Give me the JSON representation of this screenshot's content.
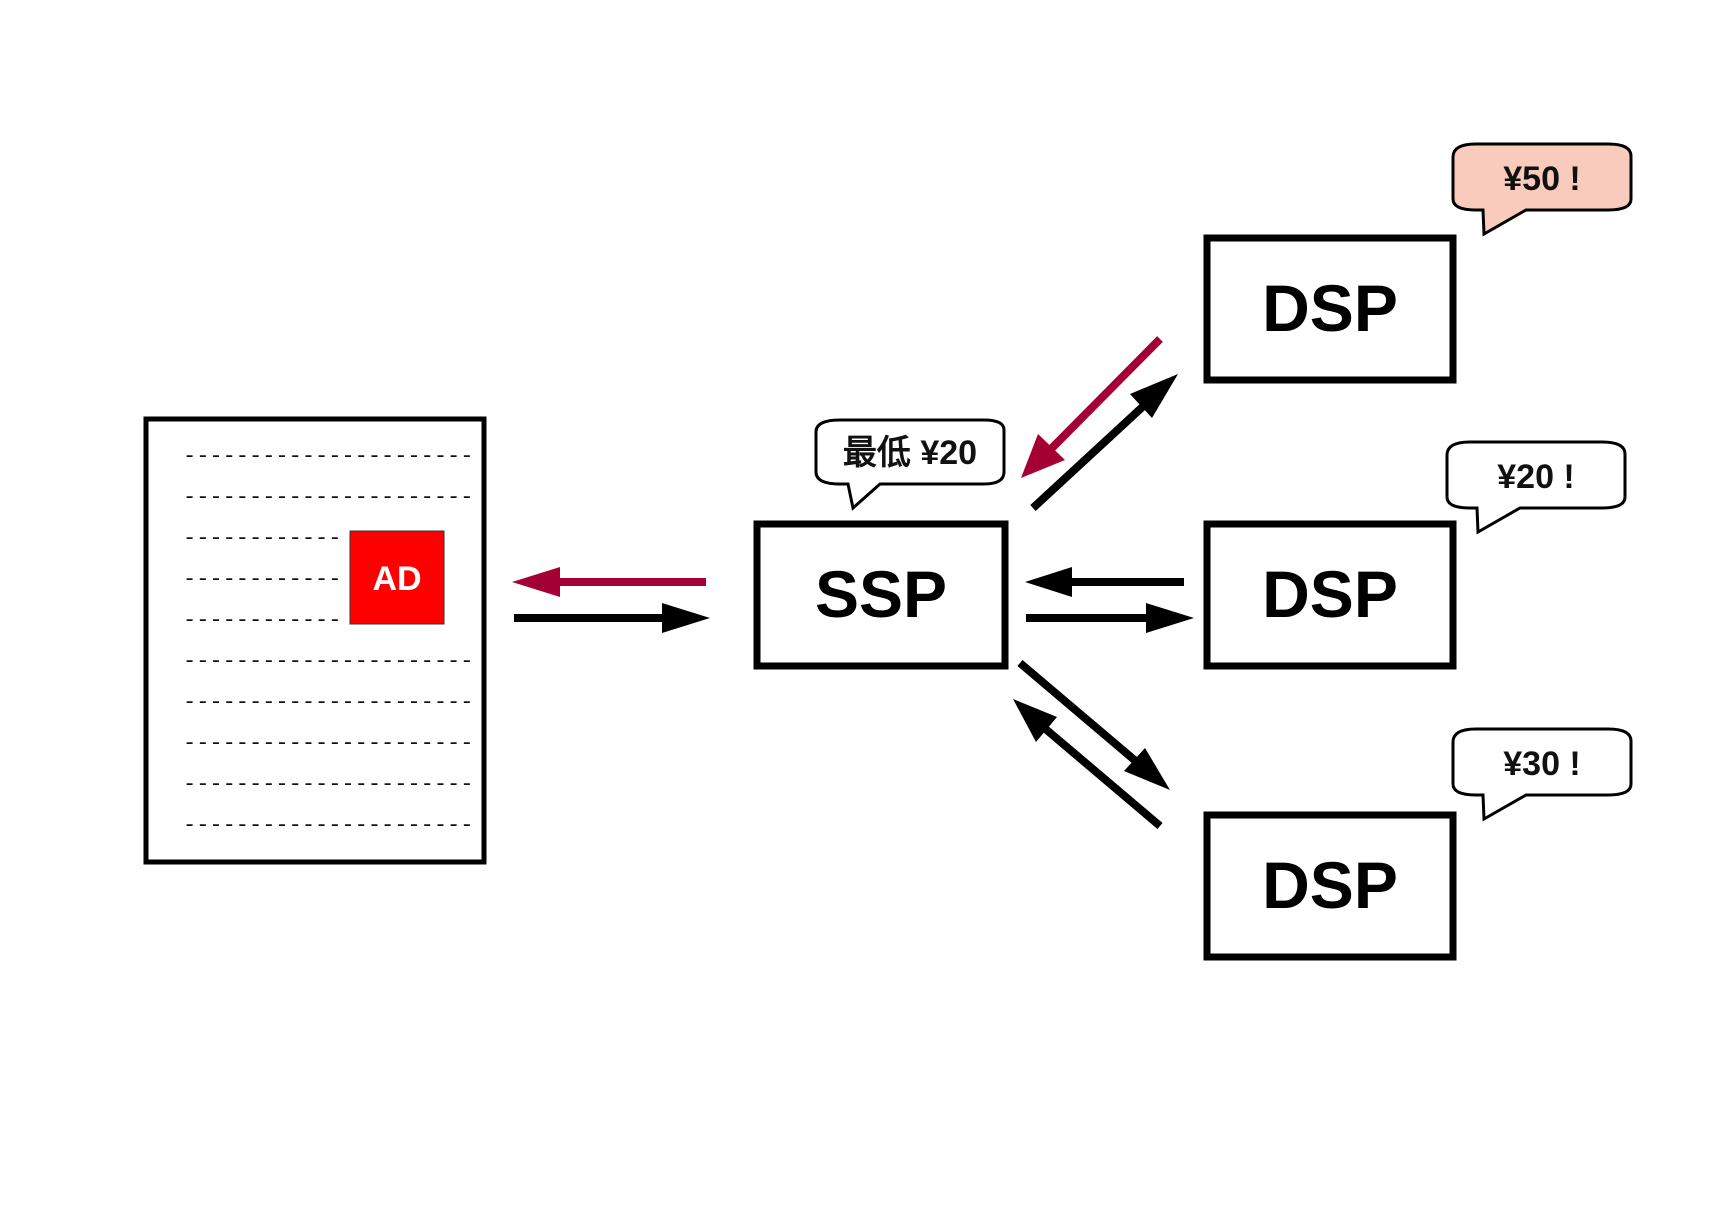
{
  "document": {
    "dash_rows": [
      "----------------------",
      "----------------------",
      "------------",
      "------------",
      "------------",
      "----------------------",
      "----------------------",
      "----------------------",
      "----------------------",
      "----------------------"
    ],
    "ad_label": "AD",
    "ad_color": "#ff0000"
  },
  "ssp": {
    "label": "SSP",
    "bubble": "最低 ¥20"
  },
  "dsps": [
    {
      "label": "DSP",
      "bid": "¥50 !",
      "winner": true
    },
    {
      "label": "DSP",
      "bid": "¥20 !",
      "winner": false
    },
    {
      "label": "DSP",
      "bid": "¥30 !",
      "winner": false
    }
  ],
  "colors": {
    "winning_arrow": "#a50033",
    "arrow": "#000000",
    "winner_bubble_fill": "#f9cbbd",
    "bubble_fill": "#ffffff"
  }
}
